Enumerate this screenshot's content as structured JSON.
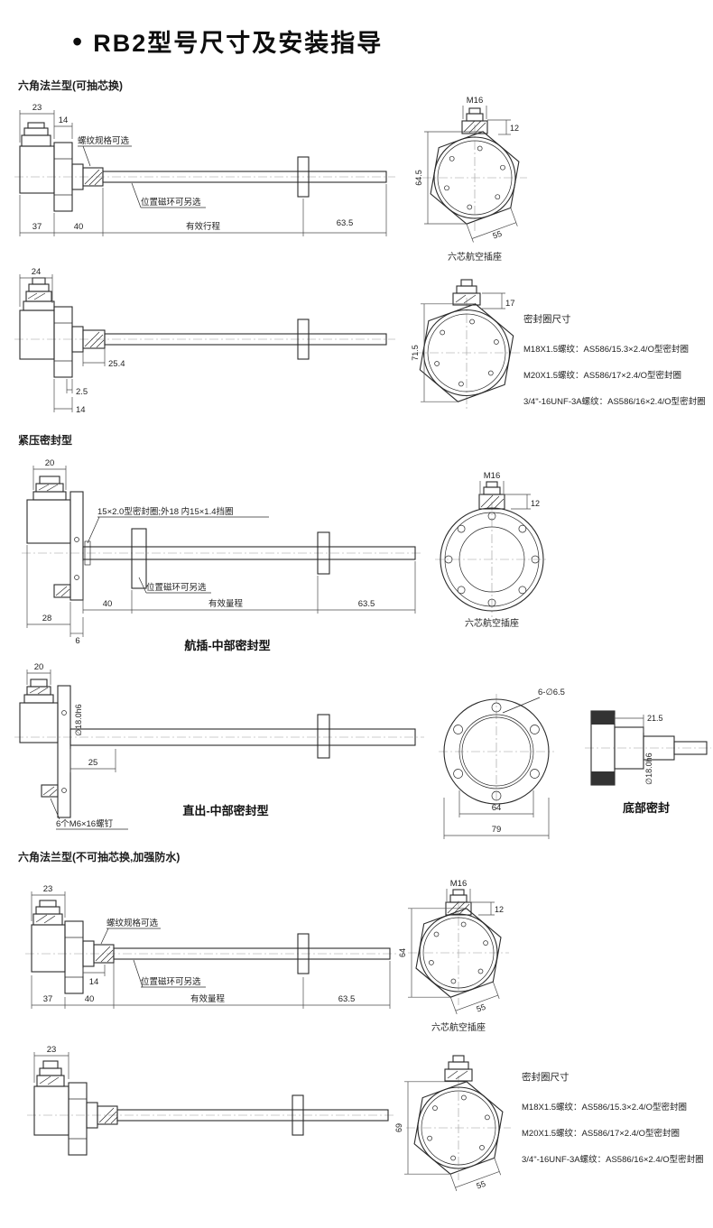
{
  "title": {
    "bullet": "•",
    "text": "RB2型号尺寸及安装指导"
  },
  "sections": {
    "s1": {
      "heading": "六角法兰型(可抽芯换)",
      "view1": {
        "dim_23": "23",
        "dim_14": "14",
        "note_thread": "螺纹规格可选",
        "note_magnet": "位置磁环可另选",
        "dim_37": "37",
        "dim_40": "40",
        "label_stroke": "有效行程",
        "dim_63_5": "63.5"
      },
      "end1": {
        "m16": "M16",
        "dim_12": "12",
        "dim_64_5": "64.5",
        "dim_55": "55",
        "socket": "六芯航空插座"
      },
      "view2": {
        "dim_24": "24",
        "dim_25_4": "25.4",
        "dim_2_5": "2.5",
        "dim_14": "14"
      },
      "end2": {
        "dim_17": "17",
        "dim_71_5": "71.5"
      },
      "seal": {
        "title": "密封圈尺寸",
        "line1": "M18X1.5螺纹：AS586/15.3×2.4/O型密封圈",
        "line2": "M20X1.5螺纹：AS586/17×2.4/O型密封圈",
        "line3": "3/4\"-16UNF-3A螺纹：AS586/16×2.4/O型密封圈"
      }
    },
    "s2": {
      "heading": "紧压密封型",
      "view3": {
        "dim_20": "20",
        "note_seal": "15×2.0型密封圈;外18 内15×1.4挡圈",
        "note_magnet": "位置磁环可另选",
        "dim_40": "40",
        "label_range": "有效量程",
        "dim_63_5": "63.5",
        "dim_28": "28",
        "dim_6": "6",
        "caption": "航插-中部密封型"
      },
      "end3": {
        "m16": "M16",
        "dim_12": "12",
        "socket": "六芯航空插座"
      },
      "view4": {
        "dim_20": "20",
        "dia": "∅18.0h6",
        "dim_25": "25",
        "note_screws": "6个M6×16螺钉",
        "caption": "直出-中部密封型"
      },
      "end4": {
        "holes": "6-∅6.5",
        "dim_64": "64",
        "dim_79": "79"
      },
      "bottom": {
        "dim_21_5": "21.5",
        "dia": "∅18.0h6",
        "caption": "底部密封"
      }
    },
    "s3": {
      "heading": "六角法兰型(不可抽芯换,加强防水)",
      "view5": {
        "dim_23": "23",
        "note_thread": "螺纹规格可选",
        "dim_14": "14",
        "note_magnet": "位置磁环可另选",
        "dim_37": "37",
        "dim_40": "40",
        "label_range": "有效量程",
        "dim_63_5": "63.5"
      },
      "end5": {
        "m16": "M16",
        "dim_12": "12",
        "dim_64": "64",
        "dim_55": "55",
        "socket": "六芯航空插座"
      },
      "view6": {
        "dim_23": "23"
      },
      "end6": {
        "dim_69": "69",
        "dim_55": "55"
      },
      "seal": {
        "title": "密封圈尺寸",
        "line1": "M18X1.5螺纹：AS586/15.3×2.4/O型密封圈",
        "line2": "M20X1.5螺纹：AS586/17×2.4/O型密封圈",
        "line3": "3/4\"-16UNF-3A螺纹：AS586/16×2.4/O型密封圈"
      }
    }
  }
}
